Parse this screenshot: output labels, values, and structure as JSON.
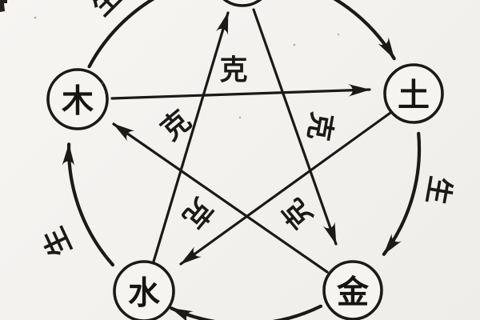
{
  "diagram": {
    "type": "wuxing-five-elements-cycle",
    "nodes": {
      "wood": {
        "label": "木"
      },
      "fire": {
        "label": ""
      },
      "earth": {
        "label": "土"
      },
      "metal": {
        "label": "金"
      },
      "water": {
        "label": "水"
      }
    },
    "labels": {
      "generate": "生",
      "overcome": "克"
    },
    "edges": {
      "generating_arcs": [
        "wood→fire",
        "fire→earth",
        "earth→metal",
        "metal→water",
        "water→wood"
      ],
      "overcoming_arrows": [
        "wood→earth",
        "earth→water",
        "water→fire",
        "fire→metal",
        "metal→wood"
      ]
    },
    "colors": {
      "ink": "#1c1a18",
      "paper": "#f5f3f0"
    }
  }
}
